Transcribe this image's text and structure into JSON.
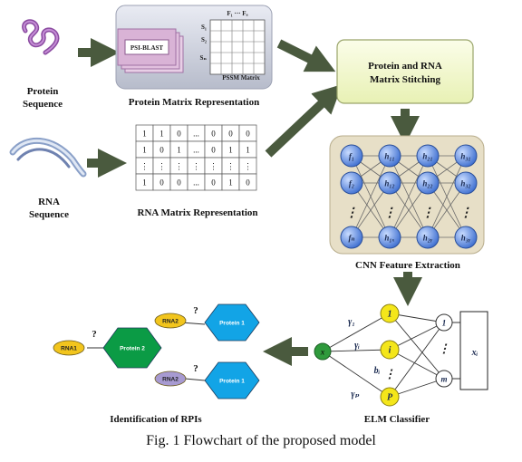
{
  "figure": {
    "protein_sequence_label": [
      "Protein",
      "Sequence"
    ],
    "rna_sequence_label": [
      "RNA",
      "Sequence"
    ],
    "psi_blast_label": "PSI-BLAST",
    "pssm_label": "PSSM Matrix",
    "protein_matrix_label": "Protein Matrix Representation",
    "pssm_col_header": "F₁ ··· Fₐ",
    "pssm_row_labels": [
      "S₁",
      "S₂",
      "Sₙ"
    ],
    "rna_matrix_rows": [
      [
        "1",
        "1",
        "0",
        "...",
        "0",
        "0",
        "0"
      ],
      [
        "1",
        "0",
        "1",
        "...",
        "0",
        "1",
        "1"
      ],
      [
        "⋮",
        "⋮",
        "⋮",
        "⋮",
        "⋮",
        "⋮",
        "⋮"
      ],
      [
        "1",
        "0",
        "0",
        "...",
        "0",
        "1",
        "0"
      ]
    ],
    "rna_matrix_label": "RNA Matrix Representation",
    "stitching_label": [
      "Protein and RNA",
      "Matrix Stitching"
    ],
    "cnn_label": "CNN Feature Extraction",
    "cnn_input_nodes": [
      "f₁",
      "f₂",
      "⋮",
      "fₙ"
    ],
    "cnn_h1_nodes": [
      "h₁₁",
      "h₁₂",
      "⋮",
      "h₁ₓ"
    ],
    "cnn_h2_nodes": [
      "h₂₁",
      "h₂₂",
      "⋮",
      "h₂ᵧ"
    ],
    "cnn_h3_nodes": [
      "h₃₁",
      "h₃₂",
      "⋮",
      "h₃ᵧ"
    ],
    "elm_label": "ELM Classifier",
    "elm_input_node": "x",
    "elm_hidden_nodes": [
      "1",
      "i",
      "⋮",
      "P"
    ],
    "elm_weights": [
      "γ₁",
      "γᵢ",
      "γₚ"
    ],
    "elm_bias": "bᵢ",
    "elm_output_nodes": [
      "1",
      "⋮",
      "m"
    ],
    "elm_output_box": "xᵢ",
    "rpi_label": "Identification of  RPIs",
    "rpi_protein_nodes": [
      "Protein 2",
      "Protein 1",
      "Protein 1"
    ],
    "rpi_rna_nodes": [
      "RNA1",
      "RNA2",
      "RNA2"
    ],
    "question_mark": "?",
    "caption": "Fig. 1 Flowchart of the proposed model"
  },
  "colors": {
    "arrow": "#4a5a3e",
    "stitch_fill": "#f3f8d2",
    "cnn_panel": "#e7dfc7",
    "cnn_node": "#4f7fd6",
    "elm_hidden": "#f4e61a",
    "elm_input": "#2f9a3c",
    "hex_blue": "#12a4e6",
    "hex_green": "#0b9b45",
    "rna_pill": "#f2c51d",
    "rna_pill2": "#a79ad1"
  }
}
